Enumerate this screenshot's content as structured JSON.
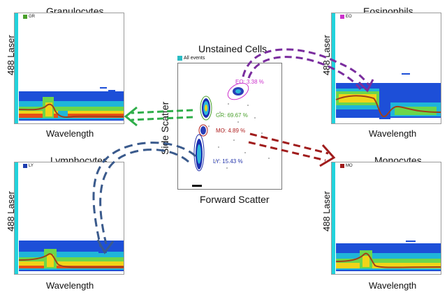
{
  "panels": {
    "granulocytes": {
      "title": "Granulocytes",
      "legend": "GR",
      "legend_color": "#4aa02c",
      "ylabel": "488 Laser",
      "xlabel": "Wavelength"
    },
    "eosinophils": {
      "title": "Eosinophils",
      "legend": "EO",
      "legend_color": "#cc33cc",
      "ylabel": "488 Laser",
      "xlabel": "Wavelength"
    },
    "lymphocytes": {
      "title": "Lymphocytes",
      "legend": "LY",
      "legend_color": "#1f3fb0",
      "ylabel": "488 Laser",
      "xlabel": "Wavelength"
    },
    "monocytes": {
      "title": "Monocytes",
      "legend": "MO",
      "legend_color": "#a01c1c",
      "ylabel": "488 Laser",
      "xlabel": "Wavelength"
    }
  },
  "center": {
    "title": "Unstained Cells",
    "legend": "All events",
    "legend_color": "#2bbcc4",
    "xlabel": "Forward Scatter",
    "ylabel": "Side Scatter",
    "gates": {
      "eo": "EO: 3.38 %",
      "gr": "GR: 69.67 %",
      "mo": "MO: 4.89 %",
      "ly": "LY: 15.43 %"
    },
    "gate_colors": {
      "eo": "#cc33cc",
      "gr": "#4aa02c",
      "mo": "#b02020",
      "ly": "#2233aa"
    }
  },
  "arrows": {
    "gr_color": "#2fae4a",
    "eo_color": "#7a2d9e",
    "mo_color": "#a01c1c",
    "ly_color": "#3a5a8c"
  }
}
